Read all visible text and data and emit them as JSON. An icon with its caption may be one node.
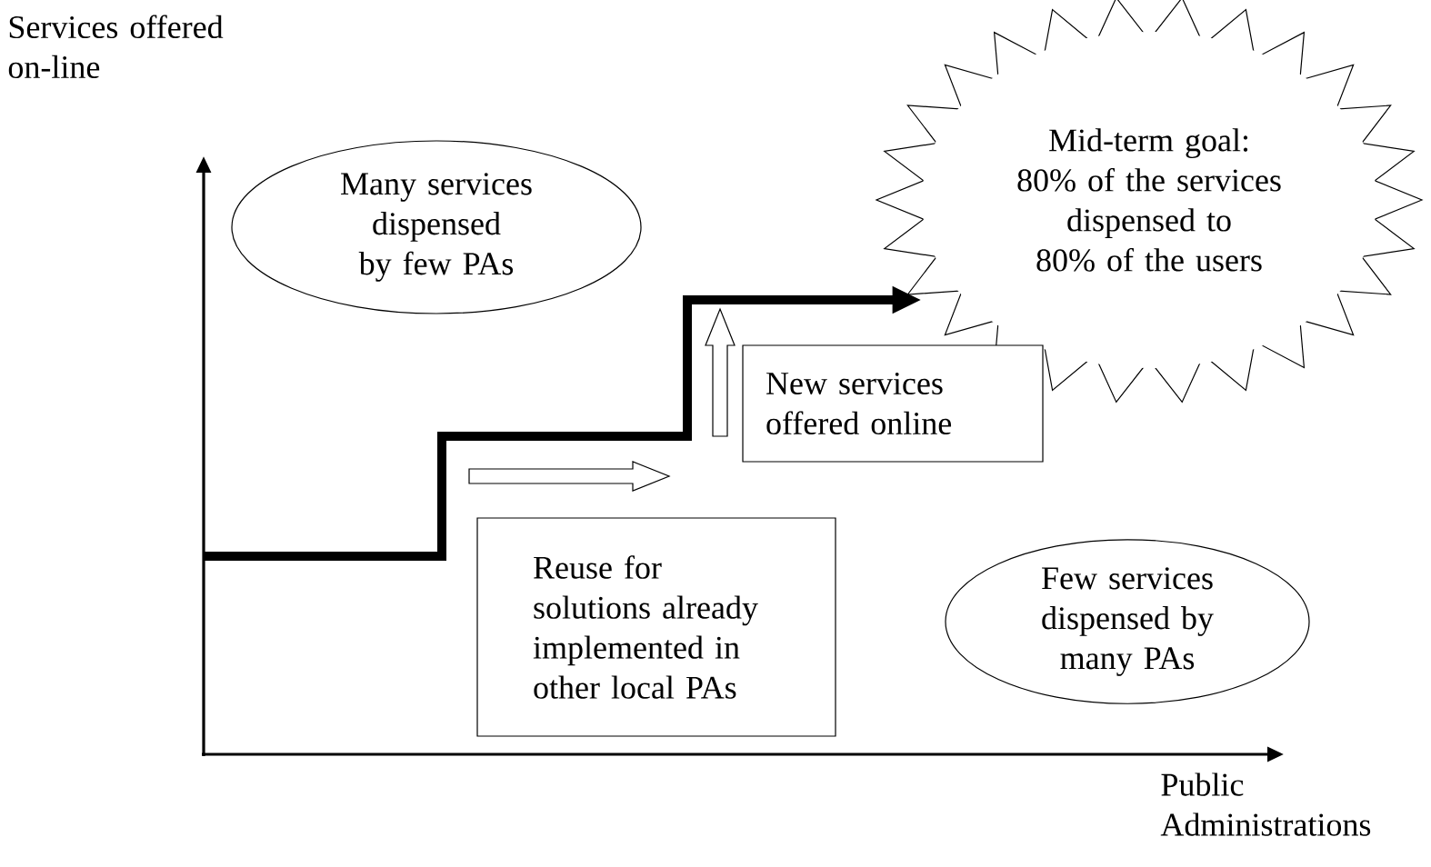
{
  "diagram": {
    "nodes": [
      {
        "text": [
          "Many services dispensed by few PAs"
        ]
      },
      {
        "text": [
          "Mid-term goal: 80% of the services dispensed to 80% of the users"
        ]
      },
      {
        "text": [
          "New services offered online"
        ]
      },
      {
        "text": [
          "Reuse for solutions already implemented in other local PAs"
        ]
      },
      {
        "text": [
          "Few services dispensed by many PAs"
        ]
      }
    ],
    "edges": [
      {
        "from": null,
        "to": 1,
        "arrow": "to"
      }
    ],
    "labels": [
      "Services offered on-line",
      "Public Administrations"
    ]
  }
}
